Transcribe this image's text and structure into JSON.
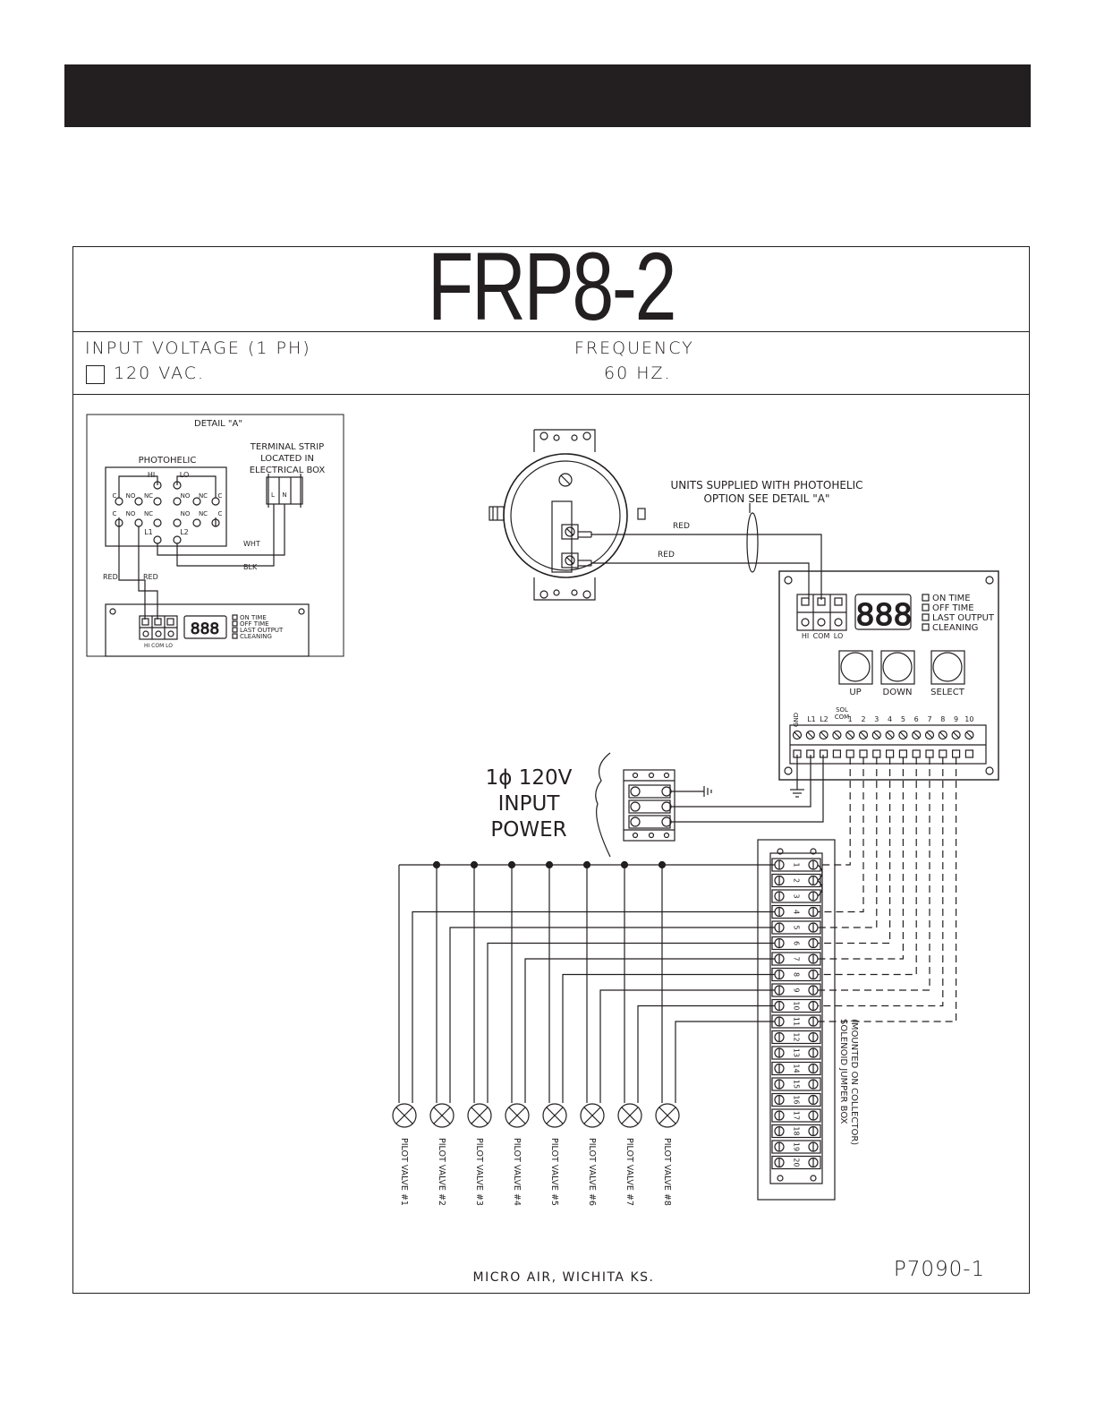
{
  "header": {
    "bar_color": "#231f20"
  },
  "title": "FRP8-2",
  "specs": {
    "input_voltage_label": "INPUT VOLTAGE (1 PH)",
    "input_voltage_value": "120 VAC.",
    "frequency_label": "FREQUENCY",
    "frequency_value": "60 HZ."
  },
  "detail_a": {
    "title": "DETAIL \"A\"",
    "photohelic_label": "PHOTOHELIC",
    "terminal_strip_lines": [
      "TERMINAL STRIP",
      "LOCATED IN",
      "ELECTRICAL BOX"
    ],
    "terminal_letters": [
      "L",
      "N"
    ],
    "hi": "HI",
    "lo": "LO",
    "contact_c": "C",
    "contact_no": "NO",
    "contact_nc": "NC",
    "l1": "L1",
    "l2": "L2",
    "wire_wht": "WHT",
    "wire_blk": "BLK",
    "wire_red": "RED",
    "display": "888",
    "terminal_labels": "HI COM LO",
    "legend": [
      "ON TIME",
      "OFF TIME",
      "LAST OUTPUT",
      "CLEANING"
    ]
  },
  "main": {
    "photohelic_note_lines": [
      "UNITS SUPPLIED WITH PHOTOHELIC",
      "OPTION SEE DETAIL \"A\""
    ],
    "wire_red": "RED",
    "controller": {
      "display": "888",
      "legend": [
        "ON TIME",
        "OFF TIME",
        "LAST OUTPUT",
        "CLEANING"
      ],
      "hi": "HI",
      "com": "COM",
      "lo": "LO",
      "buttons": [
        "UP",
        "DOWN",
        "SELECT"
      ],
      "gnd": "GND",
      "l1": "L1",
      "l2": "L2",
      "sol": "SOL",
      "sol_com": "COM",
      "outputs": [
        "1",
        "2",
        "3",
        "4",
        "5",
        "6",
        "7",
        "8",
        "9",
        "10"
      ]
    },
    "power_lines": [
      "1ϕ 120V",
      "INPUT",
      "POWER"
    ],
    "jumper_box_numbers": [
      "1",
      "2",
      "3",
      "4",
      "5",
      "6",
      "7",
      "8",
      "9",
      "10",
      "11",
      "12",
      "13",
      "14",
      "15",
      "16",
      "17",
      "18",
      "19",
      "20"
    ],
    "jumper_box_label_lines": [
      "SOLENOID JUMPER BOX",
      "(MOUNTED ON COLLECTOR)"
    ],
    "pilot_valves": [
      "PILOT VALVE #1",
      "PILOT VALVE #2",
      "PILOT VALVE #3",
      "PILOT VALVE #4",
      "PILOT VALVE #5",
      "PILOT VALVE #6",
      "PILOT VALVE #7",
      "PILOT VALVE #8"
    ]
  },
  "footer": {
    "company": "MICRO AIR, WICHITA KS.",
    "drawing_number": "P7090-1"
  }
}
